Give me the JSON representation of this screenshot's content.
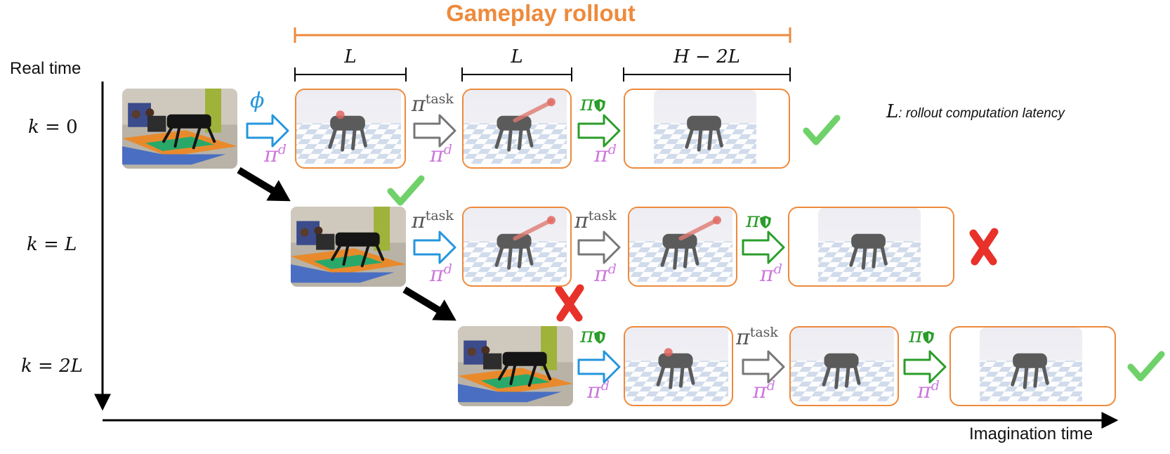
{
  "title": "Gameplay rollout",
  "axes": {
    "y_label": "Real time",
    "x_label": "Imagination time"
  },
  "segments": [
    "L",
    "L",
    "H − 2L"
  ],
  "rows": [
    {
      "label_var": "k",
      "label_eq": "=",
      "label_val": "0"
    },
    {
      "label_var": "k",
      "label_eq": "=",
      "label_val": "L"
    },
    {
      "label_var": "k",
      "label_eq": "=",
      "label_val": "2L"
    }
  ],
  "symbols": {
    "phi": "ϕ",
    "pi": "π",
    "d": "d",
    "task": "task",
    "shield": "shield-icon"
  },
  "legend": {
    "var": "L",
    "text": ": rollout computation latency"
  },
  "colors": {
    "accent_orange": "#ee8a3c",
    "phi_blue": "#2596dc",
    "pi_d_pink": "#cc77dd",
    "pi_task_gray": "#777777",
    "pi_safe_green": "#2a9d2a",
    "check_green": "#6fd16a",
    "cross_red": "#e8312a"
  },
  "status": {
    "row0_end": "success",
    "row1_start": "success",
    "row1_end": "failure",
    "row2_start": "failure",
    "row2_end": "success"
  }
}
